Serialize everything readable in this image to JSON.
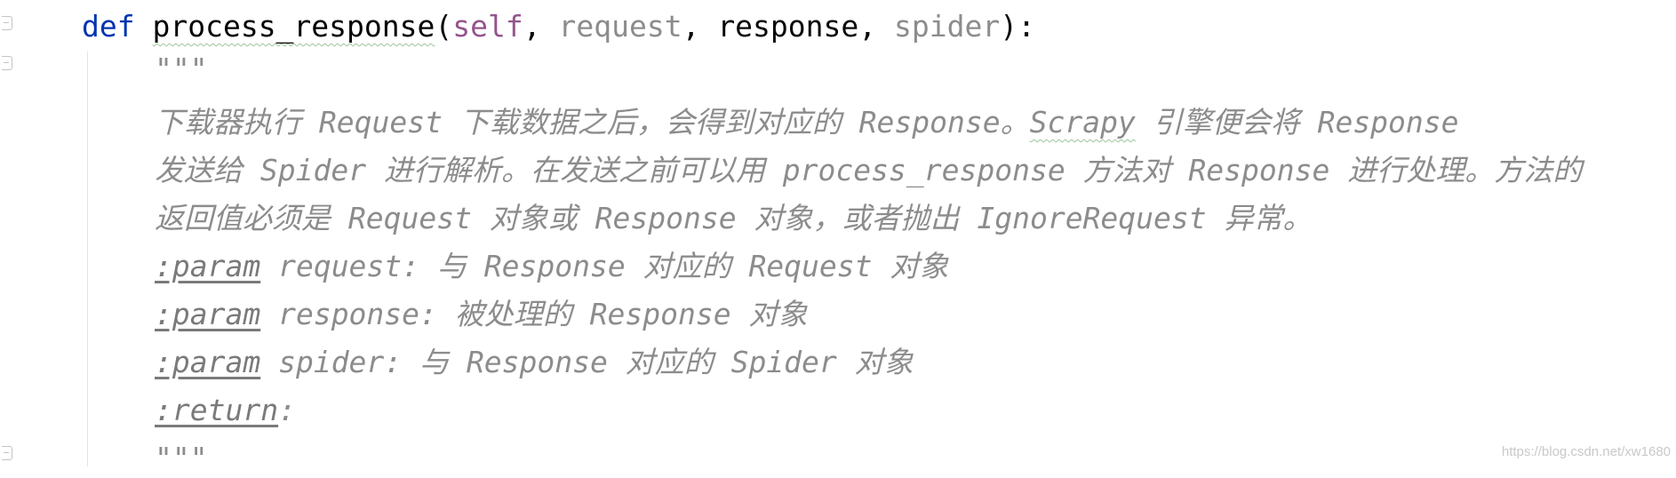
{
  "code": {
    "def_keyword": "def",
    "function_name": "process_response",
    "open_paren": "(",
    "param_self": "self",
    "comma1": ", ",
    "param_request": "request",
    "comma2": ", ",
    "param_response": "response",
    "comma3": ", ",
    "param_spider": "spider",
    "close_sig": "):",
    "docstring_open": "\"\"\"",
    "doc_line1_a": "下载器执行 Request 下载数据之后，会得到对应的 Response。",
    "doc_line1_word": "Scrapy",
    "doc_line1_b": " 引擎便会将 Response",
    "doc_line2": "发送给 Spider 进行解析。在发送之前可以用 process_response 方法对 Response 进行处理。方法的",
    "doc_line3": "返回值必须是 Request 对象或 Response 对象，或者抛出 IgnoreRequest 异常。",
    "param_tag": ":param",
    "param_line1_text": " request: 与 Response 对应的 Request 对象",
    "param_line2_text": " response: 被处理的 Response 对象",
    "param_line3_text": " spider: 与 Response 对应的 Spider 对象",
    "return_tag": ":return",
    "return_suffix": ":",
    "docstring_close": "\"\"\""
  },
  "watermark": "https://blog.csdn.net/xw1680",
  "gutter_icons": [
    "fold-marker-icon",
    "fold-marker-icon",
    "fold-marker-icon"
  ]
}
